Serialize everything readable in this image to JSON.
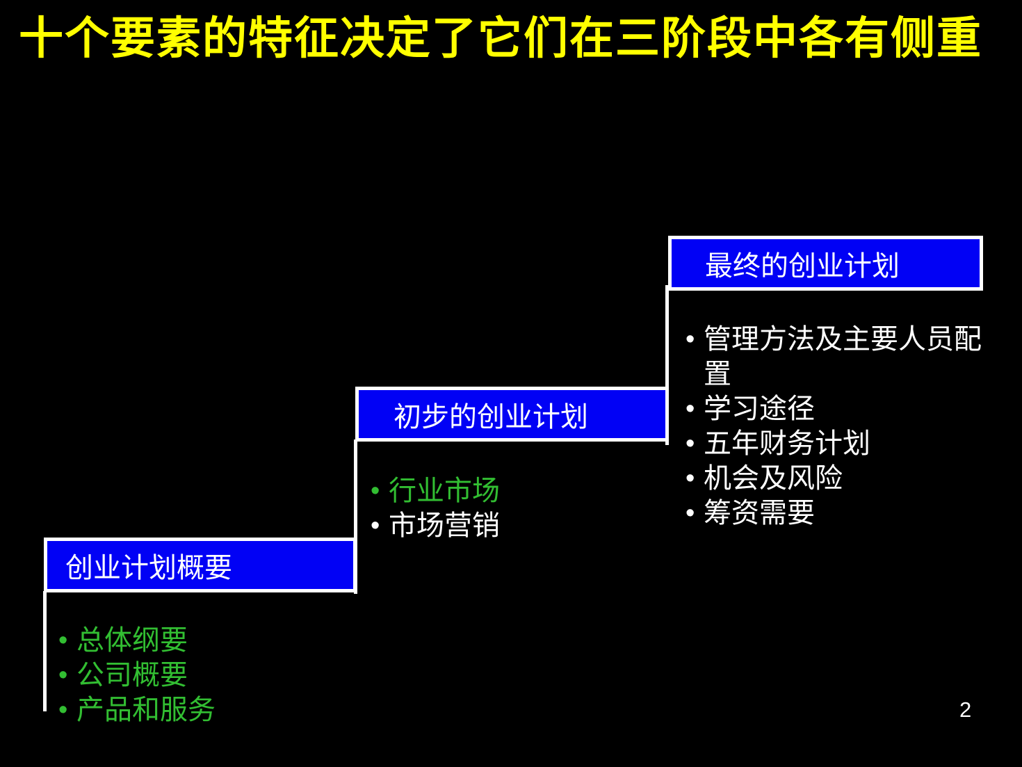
{
  "page": {
    "title": "十个要素的特征决定了它们在三阶段中各有侧重",
    "page_number": "2",
    "background_color": "#000000",
    "title_color": "#FFFF00"
  },
  "colors": {
    "box_fill": "#0101F5",
    "box_border": "#FFFFFF",
    "bullet_green": "#32BE32",
    "bullet_white": "#FFFFFF"
  },
  "glyphs": {
    "bullet": "•"
  },
  "stages": [
    {
      "label": "创业计划概要",
      "items": [
        {
          "text": "总体纲要",
          "color": "green"
        },
        {
          "text": "公司概要",
          "color": "green"
        },
        {
          "text": "产品和服务",
          "color": "green"
        }
      ]
    },
    {
      "label": "初步的创业计划",
      "items": [
        {
          "text": "行业市场",
          "color": "green"
        },
        {
          "text": "市场营销",
          "color": "white"
        }
      ]
    },
    {
      "label": "最终的创业计划",
      "items": [
        {
          "text": "管理方法及主要人员配置",
          "color": "white"
        },
        {
          "text": "学习途径",
          "color": "white"
        },
        {
          "text": "五年财务计划",
          "color": "white"
        },
        {
          "text": "机会及风险",
          "color": "white"
        },
        {
          "text": "筹资需要",
          "color": "white"
        }
      ]
    }
  ]
}
